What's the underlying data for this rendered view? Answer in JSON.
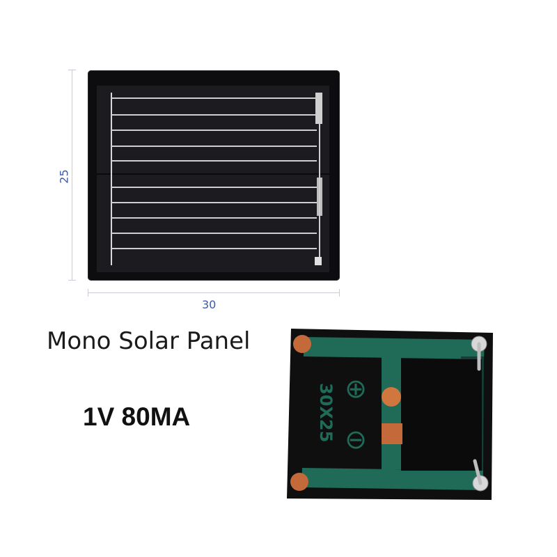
{
  "dimensions": {
    "height_label": "25",
    "width_label": "30"
  },
  "product": {
    "title": "Mono Solar Panel",
    "spec": "1V 80MA",
    "back_silkscreen": "30X25",
    "plus_symbol": "⊕",
    "minus_symbol": "⊖"
  },
  "colors": {
    "panel_black": "#0d0d0f",
    "pcb_green": "#1f6b57",
    "copper_pad": "#c46a3a",
    "dimension_text": "#3d5aa8"
  }
}
